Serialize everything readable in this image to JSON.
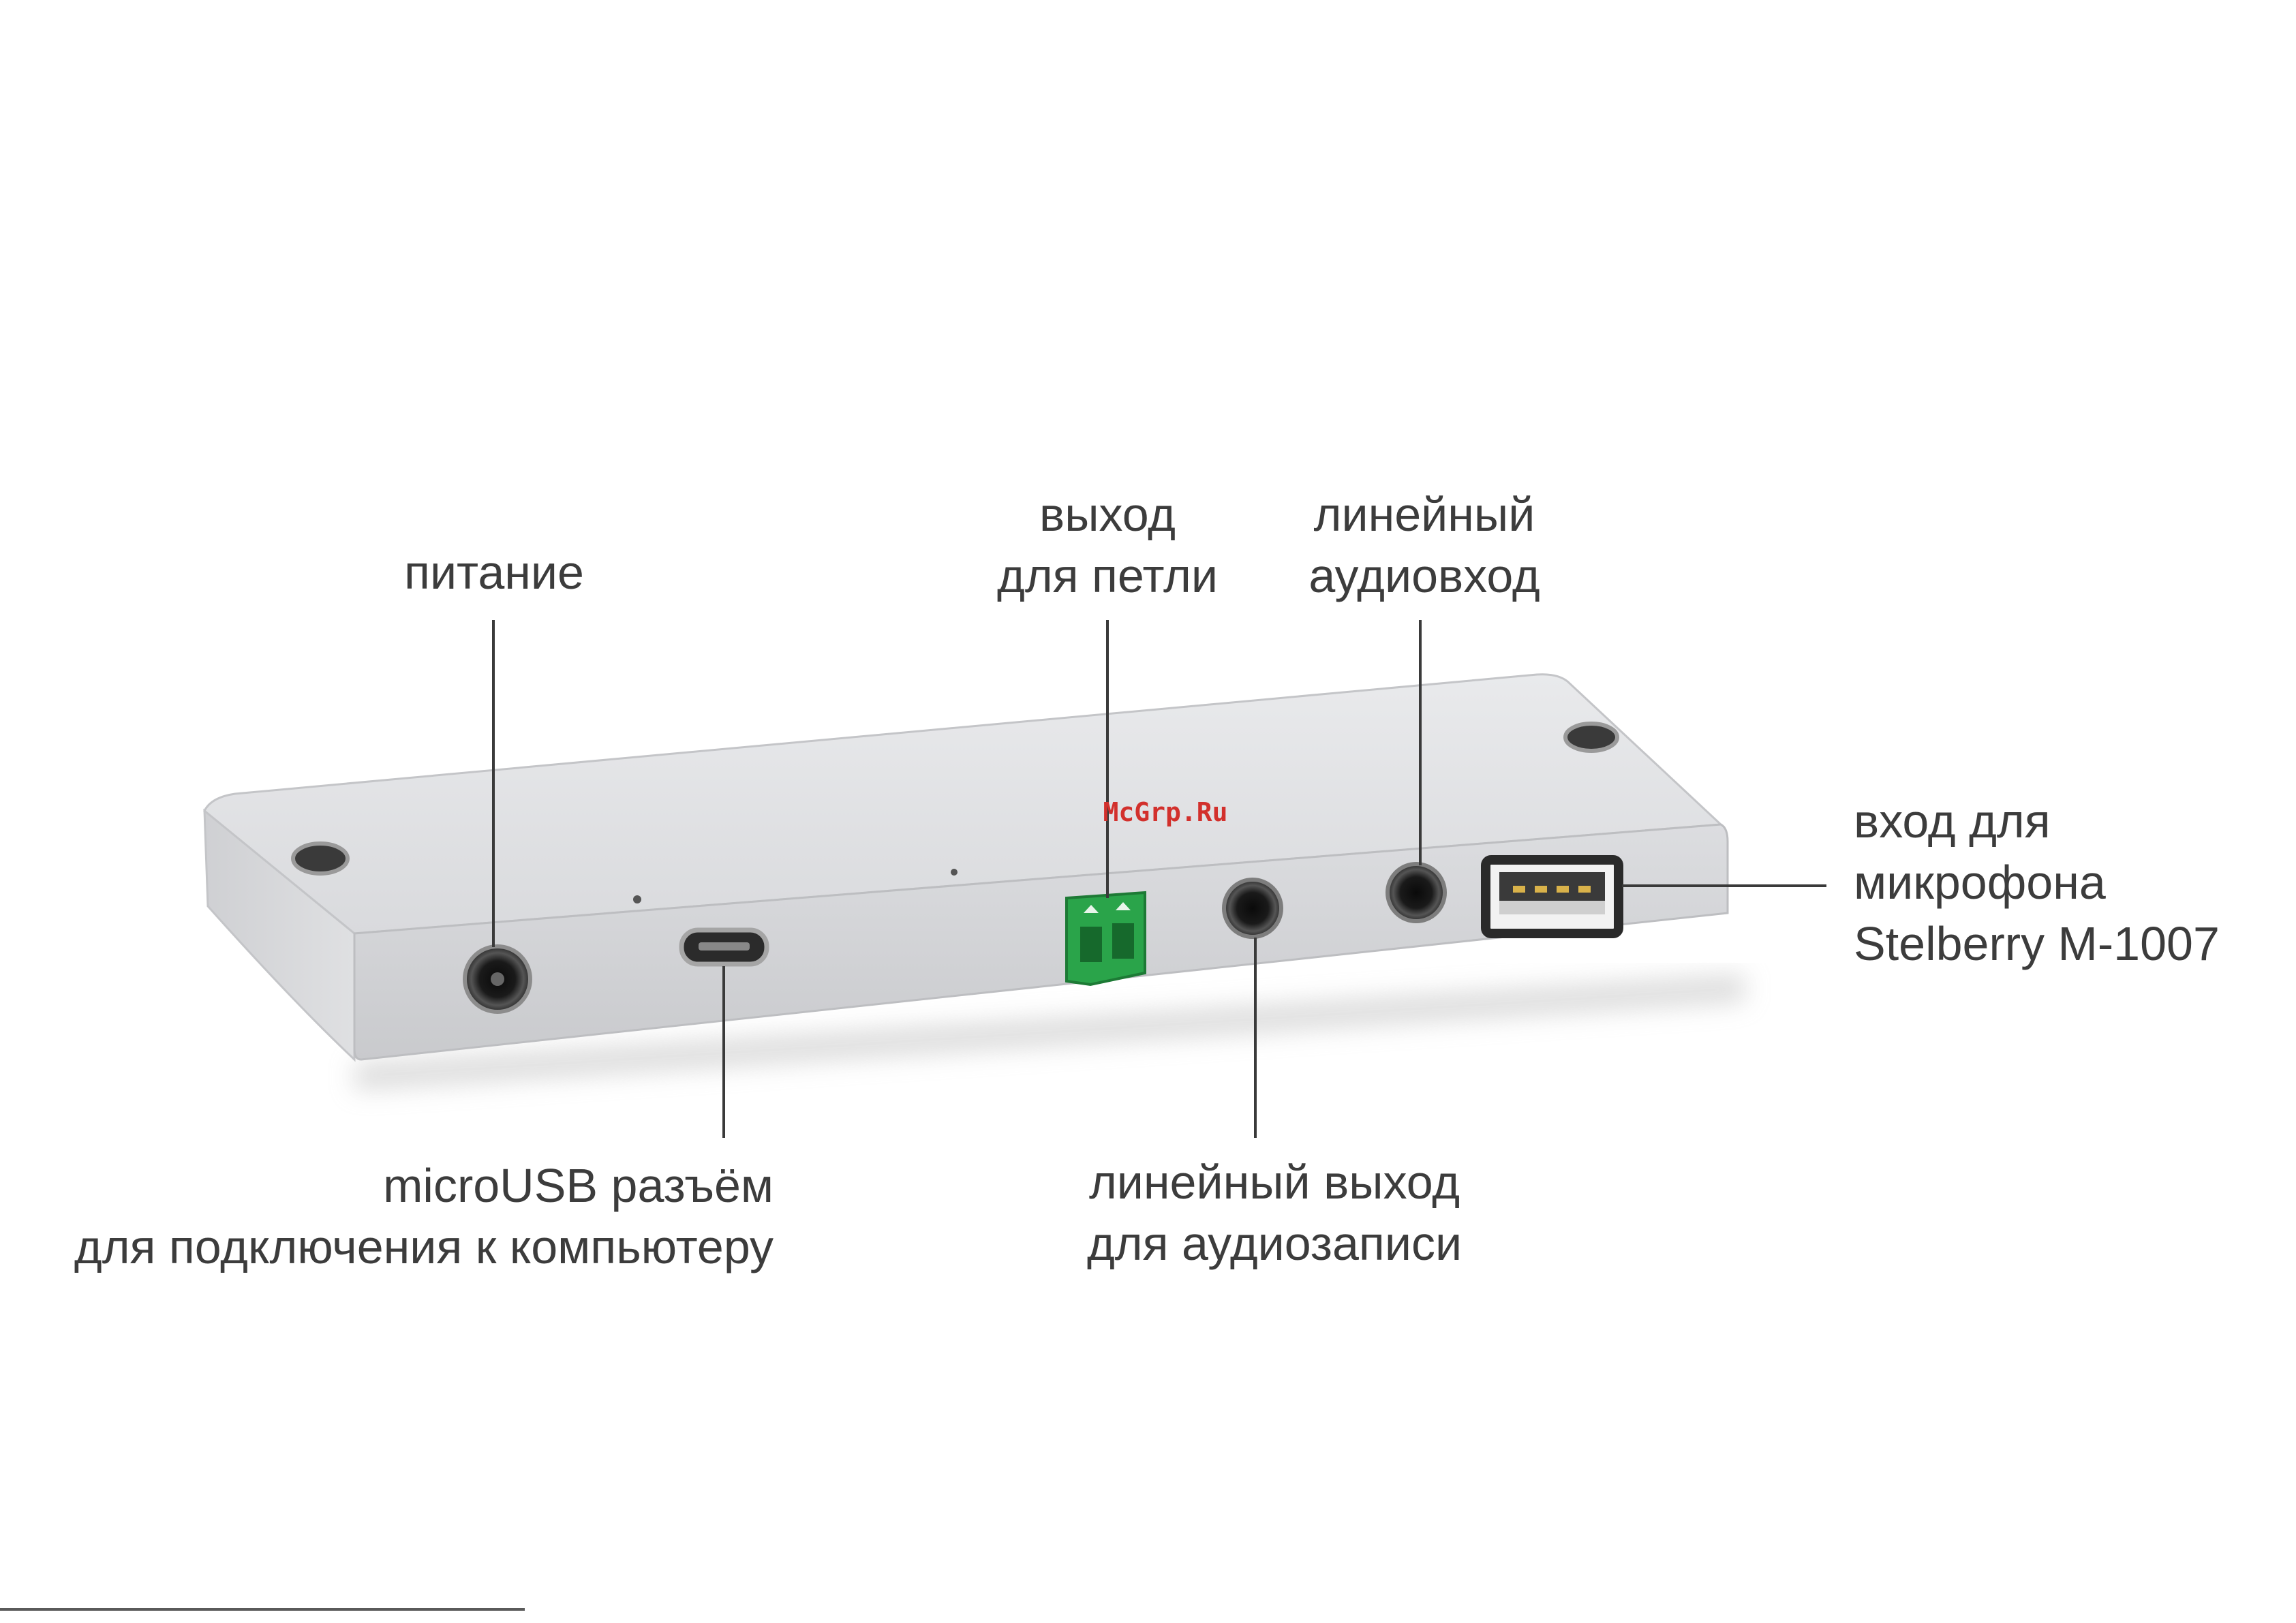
{
  "labels": {
    "power": "питание",
    "loop_output": [
      "выход",
      "для петли"
    ],
    "line_input": [
      "линейный",
      "аудиовход"
    ],
    "mic_input": [
      "вход для",
      "микрофона",
      "Stelberry M-1007"
    ],
    "microusb": [
      "microUSB разъём",
      "для подключения к компьютеру"
    ],
    "line_output": [
      "линейный выход",
      "для аудиозаписи"
    ]
  },
  "watermark": "McGrp.Ru",
  "colors": {
    "text": "#3c3c3c",
    "device_body": "#d8d9db",
    "terminal_block": "#2aa44a",
    "watermark": "#d2302c"
  }
}
